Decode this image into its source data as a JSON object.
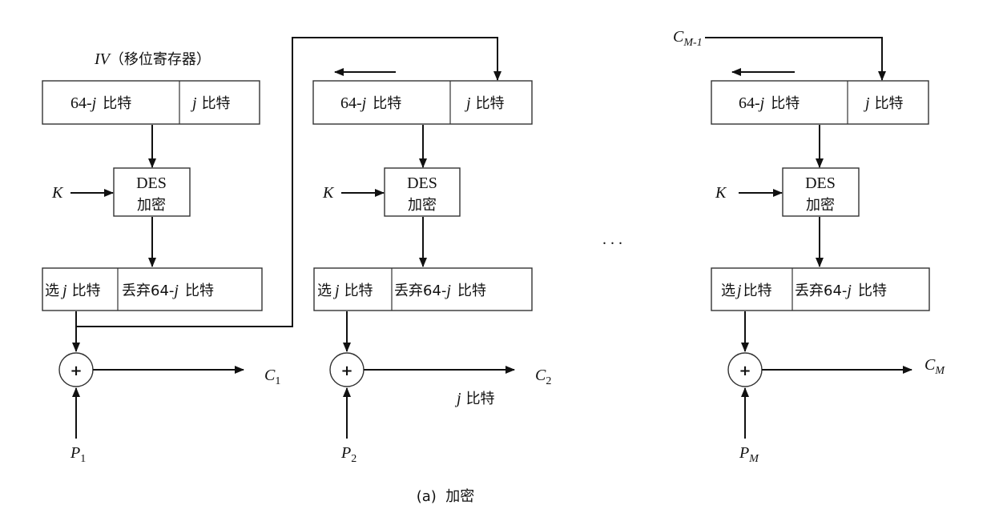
{
  "stage1": {
    "iv_label_italic": "IV",
    "iv_label_rest": "（移位寄存器）",
    "reg_left_num": "64-",
    "reg_left_var": "j",
    "reg_left_unit": "比特",
    "reg_right_var": "j",
    "reg_right_unit": "比特",
    "key": "K",
    "des_line1": "DES",
    "des_line2": "加密",
    "select_pre": "选",
    "select_var": "j",
    "select_unit": "比特",
    "discard_pre": "丢弃64-",
    "discard_var": "j",
    "discard_unit": "比特",
    "xor_symbol": "+",
    "out_var": "C",
    "out_sub": "1",
    "in_var": "P",
    "in_sub": "1"
  },
  "stage2": {
    "reg_left_num": "64-",
    "reg_left_var": "j",
    "reg_left_unit": "比特",
    "reg_right_var": "j",
    "reg_right_unit": "比特",
    "key": "K",
    "des_line1": "DES",
    "des_line2": "加密",
    "select_pre": "选",
    "select_var": "j",
    "select_unit": "比特",
    "discard_pre": "丢弃64-",
    "discard_var": "j",
    "discard_unit": "比特",
    "xor_symbol": "+",
    "out_var": "C",
    "out_sub": "2",
    "out_note_var": "j",
    "out_note_unit": "比特",
    "in_var": "P",
    "in_sub": "2"
  },
  "ellipsis": ".   .   .",
  "stage3": {
    "feed_var": "C",
    "feed_sub": "M-1",
    "reg_left_num": "64-",
    "reg_left_var": "j",
    "reg_left_unit": "比特",
    "reg_right_var": "j",
    "reg_right_unit": "比特",
    "key": "K",
    "des_line1": "DES",
    "des_line2": "加密",
    "select_pre": "选",
    "select_var": "j",
    "select_unit": "比特",
    "discard_pre": "丢弃64-",
    "discard_var": "j",
    "discard_unit": "比特",
    "xor_symbol": "+",
    "out_var": "C",
    "out_sub": "M",
    "in_var": "P",
    "in_sub": "M"
  },
  "caption": "(a)  加密"
}
